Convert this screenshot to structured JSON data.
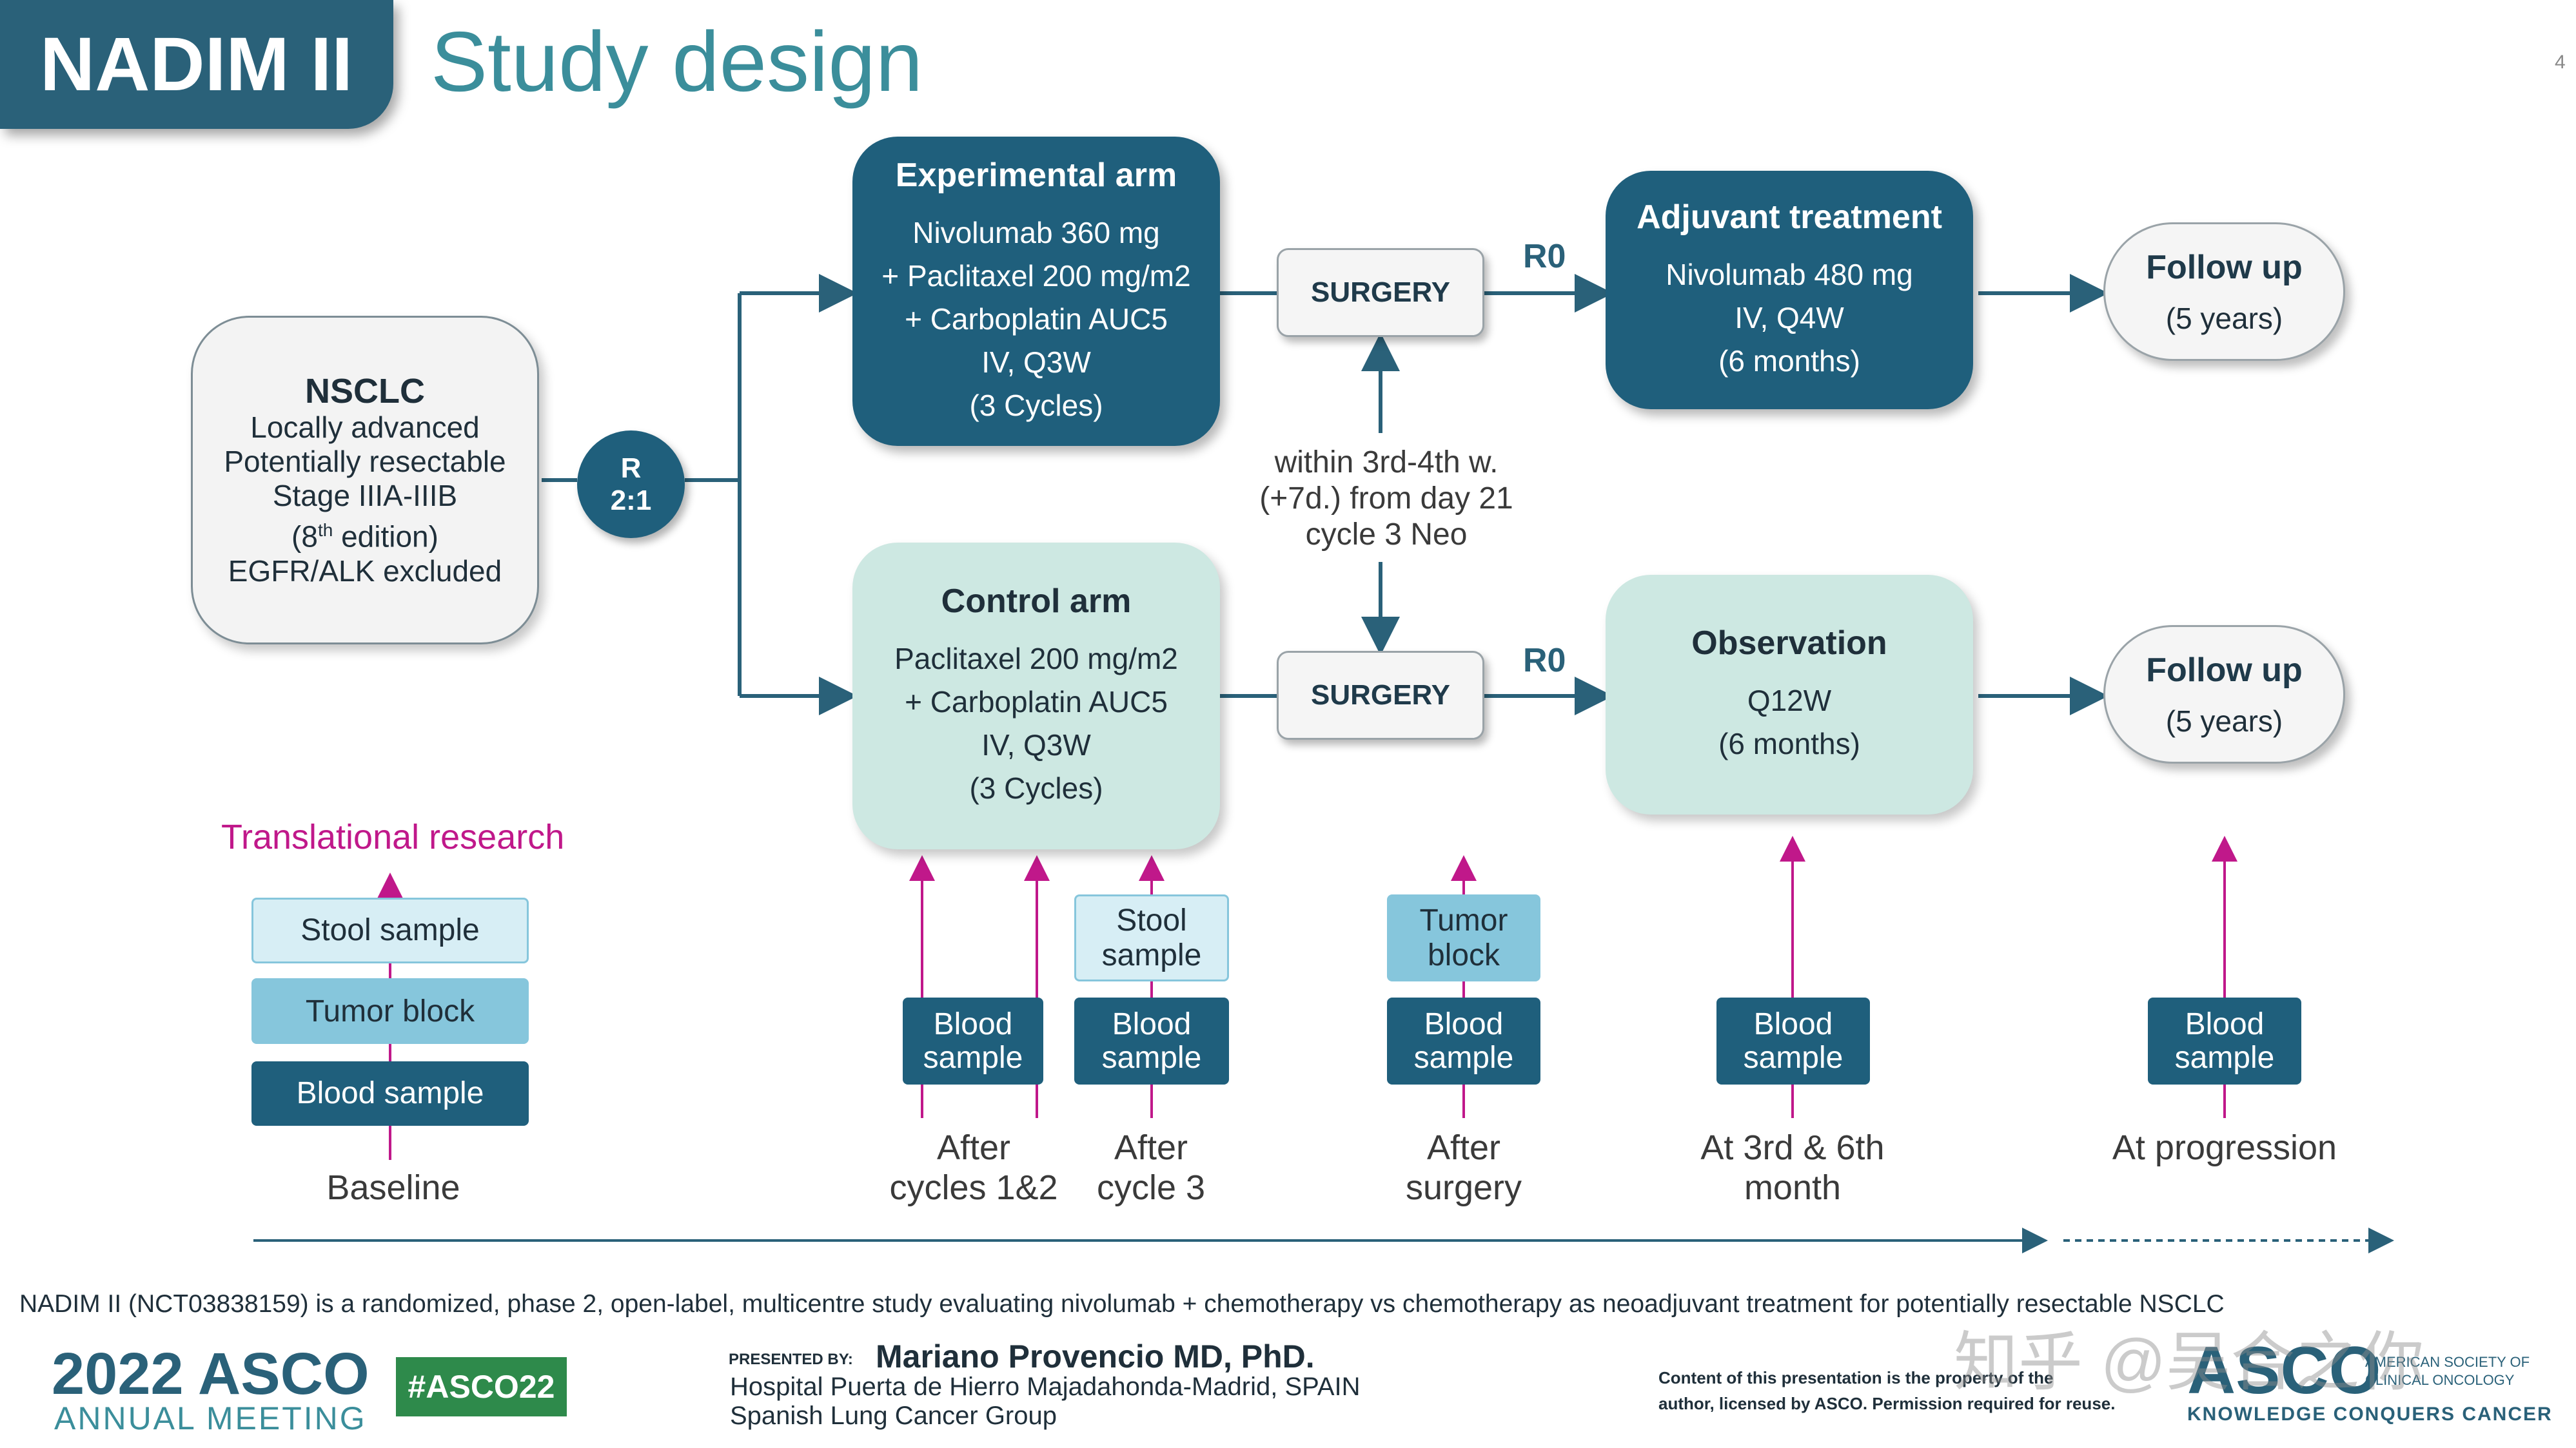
{
  "header": {
    "brand": "NADIM II",
    "title": "Study design",
    "page_number": "4"
  },
  "population": {
    "title": "NSCLC",
    "lines": [
      "Locally advanced",
      "Potentially resectable",
      "Stage IIIA-IIIB"
    ],
    "edition_pre": "(8",
    "edition_sup": "th",
    "edition_post": " edition)",
    "exclusion": "EGFR/ALK excluded"
  },
  "randomization": {
    "line1": "R",
    "line2": "2:1"
  },
  "experimental_arm": {
    "title": "Experimental arm",
    "lines": [
      "Nivolumab 360 mg",
      "+ Paclitaxel 200 mg/m2",
      "+ Carboplatin AUC5",
      "IV, Q3W",
      "(3 Cycles)"
    ]
  },
  "control_arm": {
    "title": "Control arm",
    "lines": [
      "Paclitaxel 200 mg/m2",
      "+ Carboplatin AUC5",
      "IV, Q3W",
      "(3 Cycles)"
    ]
  },
  "surgery": {
    "label": "SURGERY",
    "r0": "R0"
  },
  "timing_note": [
    "within 3rd-4th w.",
    "(+7d.) from day 21",
    "cycle 3 Neo"
  ],
  "adjuvant": {
    "title": "Adjuvant treatment",
    "lines": [
      "Nivolumab 480 mg",
      "IV, Q4W",
      "(6 months)"
    ]
  },
  "observation": {
    "title": "Observation",
    "lines": [
      "Q12W",
      "(6 months)"
    ]
  },
  "follow_up": {
    "title": "Follow up",
    "duration": "(5 years)"
  },
  "translational": {
    "heading": "Translational research",
    "stool": "Stool sample",
    "tumor": "Tumor block",
    "blood": "Blood sample",
    "blood_two": "Blood sample",
    "stool_two": "Stool sample",
    "tumor_two": "Tumor block"
  },
  "timepoints": {
    "baseline": "Baseline",
    "after_cycles_12": [
      "After",
      "cycles 1&2"
    ],
    "after_cycle_3": [
      "After",
      "cycle 3"
    ],
    "after_surgery": [
      "After",
      "surgery"
    ],
    "month_3_6": [
      "At 3rd & 6th",
      "month"
    ],
    "progression": "At progression"
  },
  "footer": {
    "note": "NADIM II (NCT03838159) is a randomized, phase 2, open-label, multicentre study evaluating nivolumab + chemotherapy vs chemotherapy as neoadjuvant treatment for potentially resectable NSCLC",
    "meeting_year": "2022",
    "meeting_brand": "ASCO",
    "meeting_sub": "ANNUAL MEETING",
    "hashtag": "#ASCO22",
    "presented_by": "PRESENTED BY:",
    "presenter": "Mariano Provencio MD, PhD.",
    "affiliation1": "Hospital Puerta de Hierro Majadahonda-Madrid, SPAIN",
    "affiliation2": "Spanish Lung Cancer Group",
    "rights1": "Content of this presentation is the property of the",
    "rights2": "author, licensed by ASCO. Permission required for reuse.",
    "asco_logo": "ASCO",
    "asco_org1": "AMERICAN SOCIETY OF",
    "asco_org2": "CLINICAL ONCOLOGY",
    "asco_tagline": "KNOWLEDGE CONQUERS CANCER",
    "watermark": "知乎 @吴合之你"
  },
  "colors": {
    "dark_teal": "#1f5f7c",
    "mint": "#cde8e2",
    "title_teal": "#3b8e9b",
    "magenta": "#c0188a",
    "hashtag_green": "#2e8a4b"
  }
}
